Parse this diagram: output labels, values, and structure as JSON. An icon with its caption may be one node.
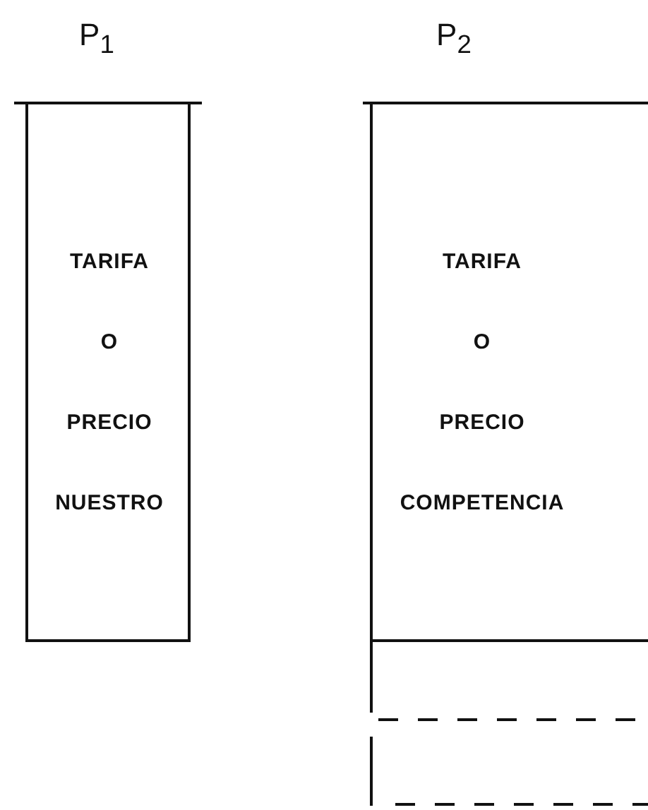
{
  "diagram": {
    "nodes": [
      {
        "text": [
          "P$_{1}$",
          "TARIFA O PRECIO NUESTRO"
        ]
      },
      {
        "text": [
          "P$_{2}$",
          "TARIFA O PRECIO COMPETENCIA"
        ]
      }
    ]
  }
}
